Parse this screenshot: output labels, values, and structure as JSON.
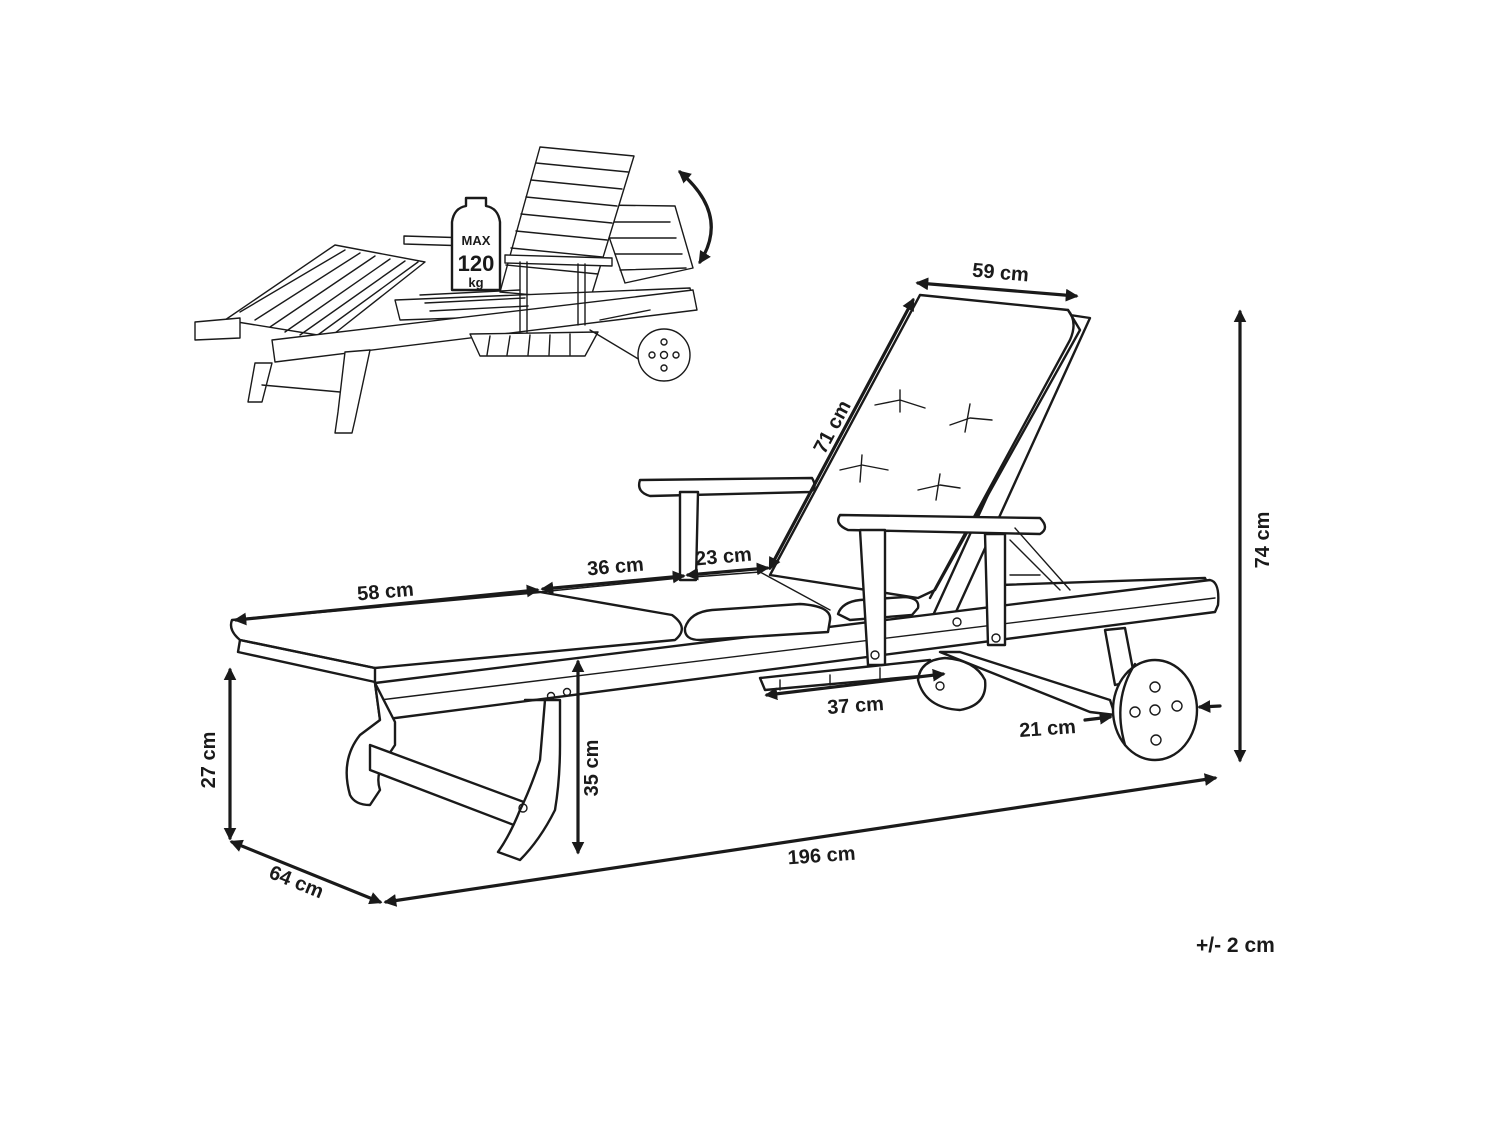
{
  "dimensions": {
    "backrest_width": "59 cm",
    "backrest_length": "71 cm",
    "total_height": "74 cm",
    "leg_section": "58 cm",
    "middle_section": "36 cm",
    "seat_section": "23 cm",
    "tray_width": "37 cm",
    "wheel_diameter": "21 cm",
    "frame_height": "27 cm",
    "seat_height": "35 cm",
    "width": "64 cm",
    "length": "196 cm"
  },
  "load_badge": {
    "top": "MAX",
    "value": "120",
    "unit": "kg"
  },
  "tolerance": "+/- 2 cm"
}
